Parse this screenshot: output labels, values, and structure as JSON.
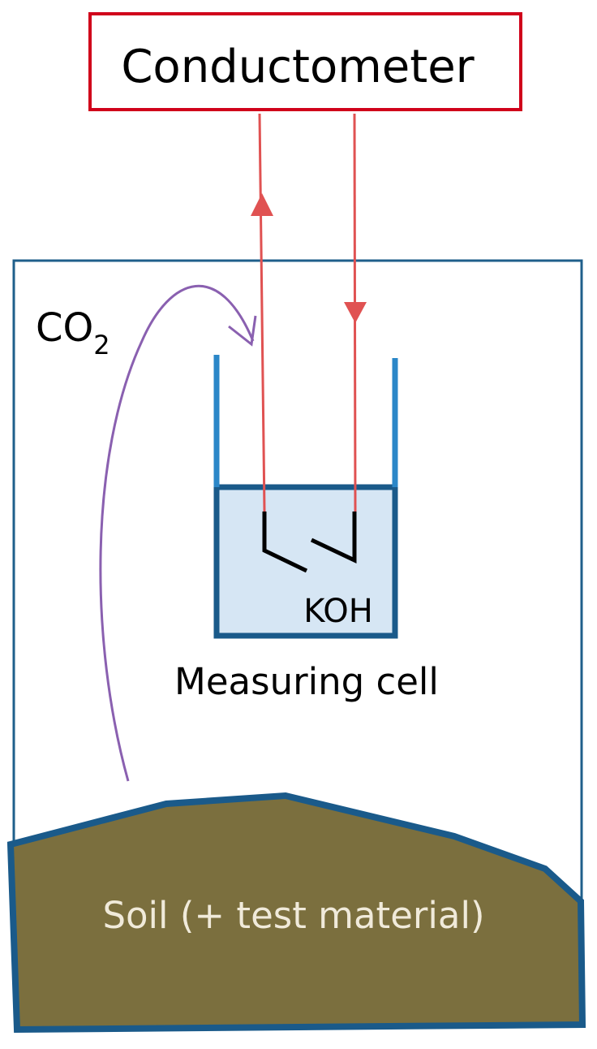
{
  "labels": {
    "conductometer": "Conductometer",
    "co2_main": "CO",
    "co2_sub": "2",
    "koh": "KOH",
    "measuring_cell": "Measuring cell",
    "soil": "Soil (+ test material)"
  },
  "colors": {
    "conductometer_border": "#d0021b",
    "wire": "#e05252",
    "chamber_border": "#1f5f8b",
    "cell_wall": "#2b87c8",
    "cell_liquid": "#d6e6f4",
    "cell_liquid_border": "#1a5a8a",
    "co2_arrow": "#8a60b0",
    "soil_fill": "#7b6f3e",
    "soil_border": "#1a5a8a",
    "soil_text": "#f0eada",
    "electrode": "#000000"
  }
}
